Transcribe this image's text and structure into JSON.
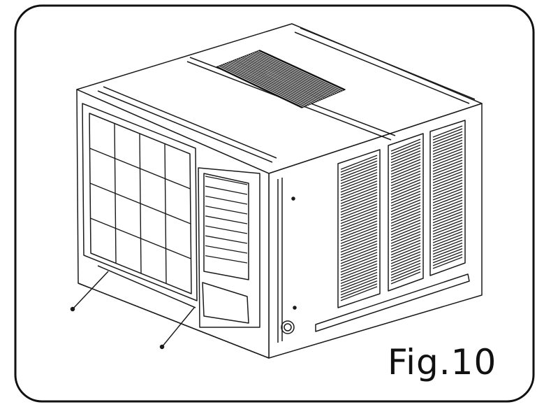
{
  "figure": {
    "label": "Fig.10",
    "subject": "window-air-conditioner-unit",
    "parts": [
      "front-filter-grille",
      "louver-vent",
      "top-grille",
      "side-vents",
      "screws"
    ],
    "line_color": "#1a1a1a",
    "frame_color": "#111111"
  }
}
